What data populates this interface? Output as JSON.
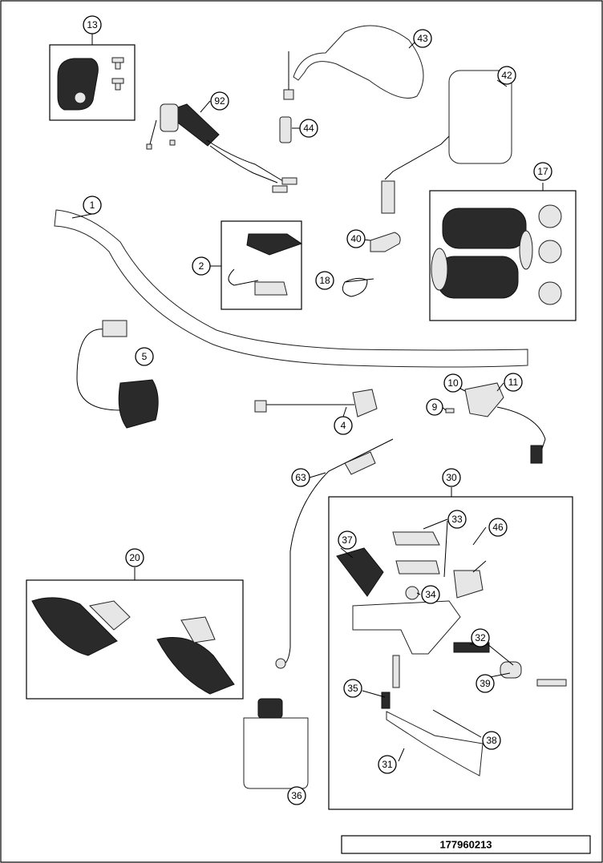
{
  "diagram_code": "177960213",
  "callouts": [
    "1",
    "2",
    "4",
    "5",
    "9",
    "10",
    "11",
    "13",
    "17",
    "18",
    "20",
    "30",
    "31",
    "32",
    "33",
    "34",
    "35",
    "36",
    "37",
    "38",
    "39",
    "40",
    "42",
    "43",
    "44",
    "46",
    "63",
    "92"
  ]
}
